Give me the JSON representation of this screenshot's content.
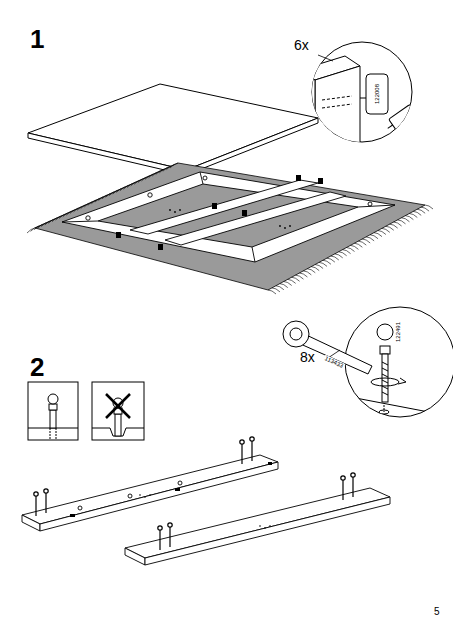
{
  "diagram": {
    "labels": [
      "1",
      "6x",
      "122008",
      "2",
      "8x",
      "113433",
      "122491",
      "5"
    ]
  }
}
